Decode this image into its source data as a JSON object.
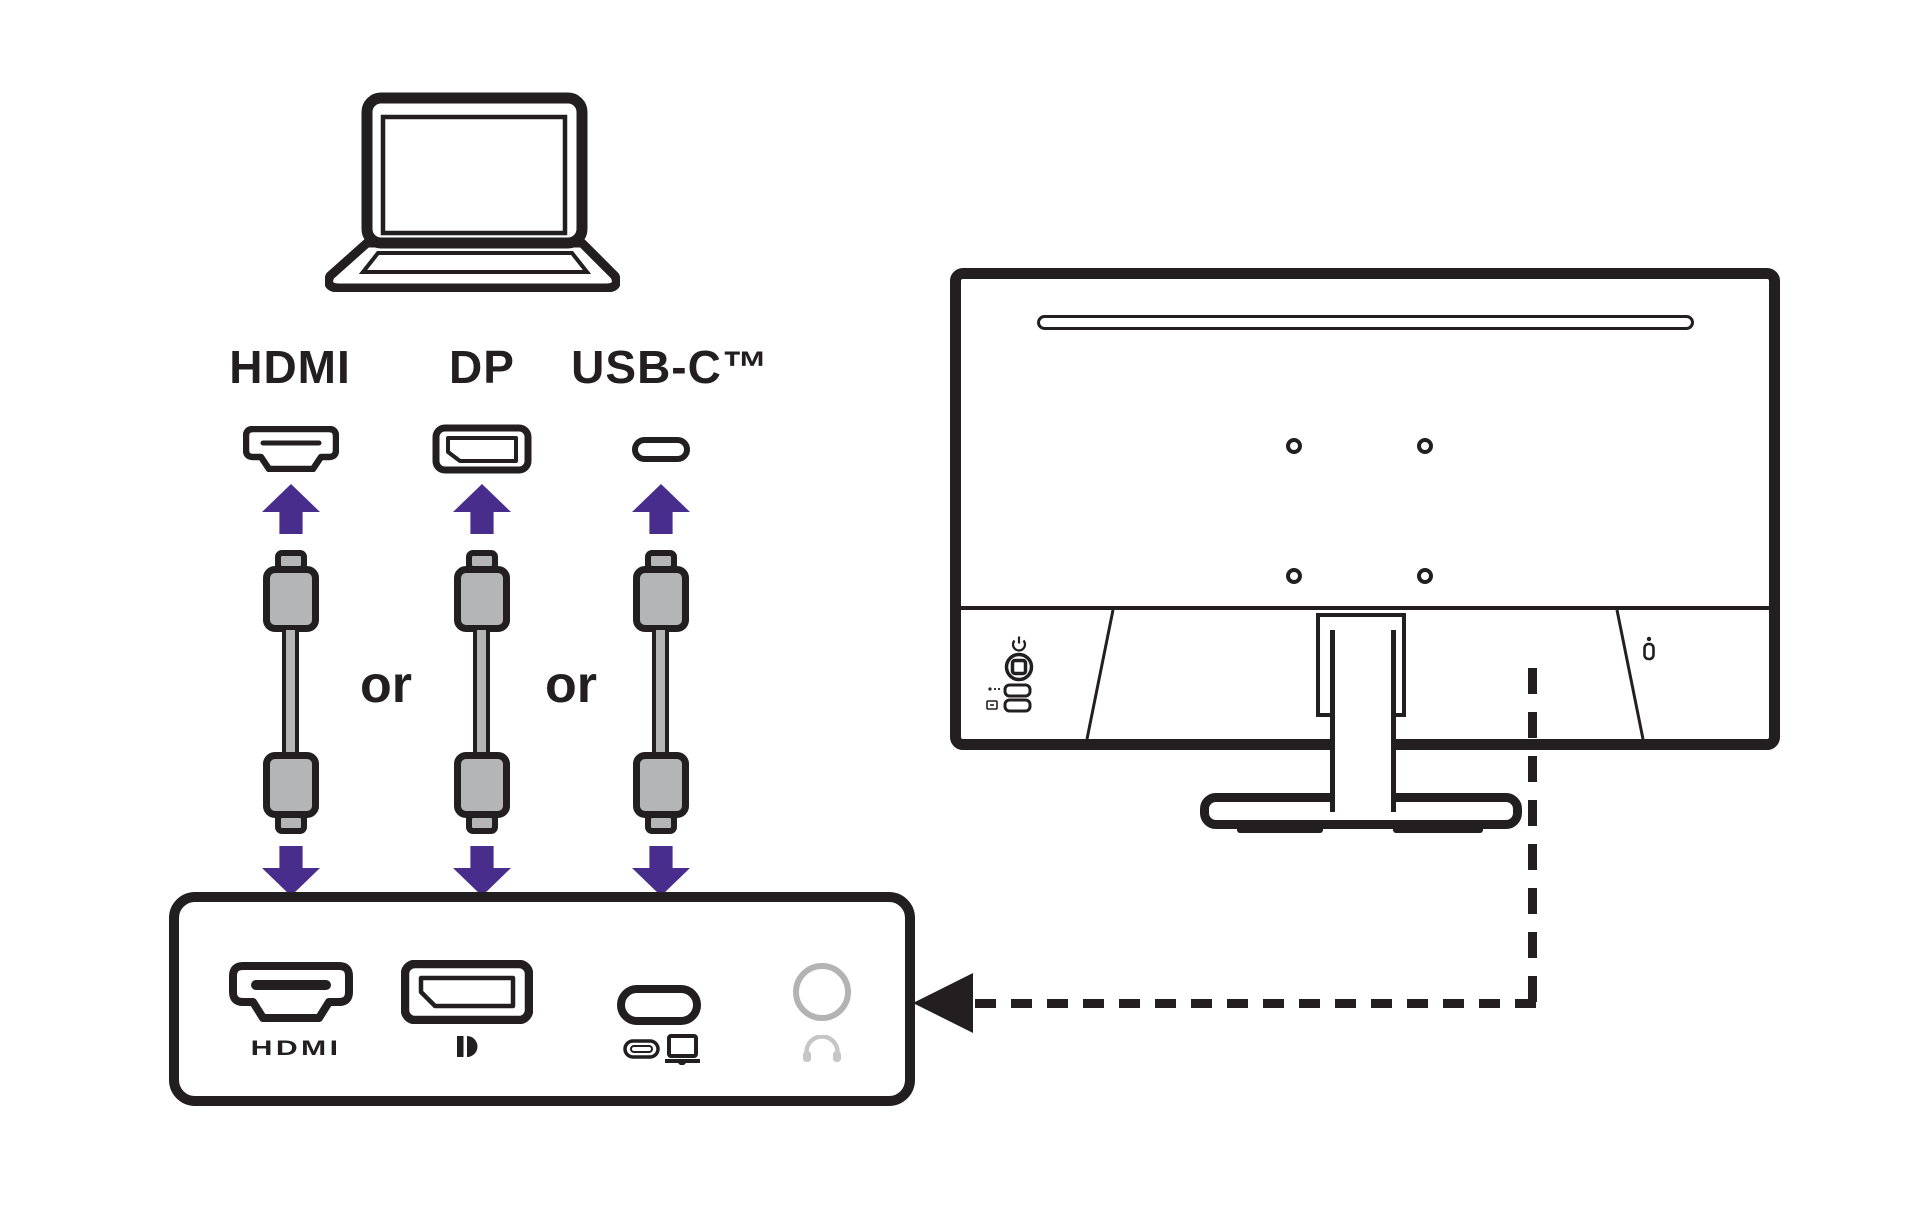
{
  "connection_diagram": {
    "source_device_icon": "laptop-icon",
    "inputs": [
      {
        "id": "hdmi",
        "label": "HDMI",
        "connector_icon": "hdmi-connector-icon"
      },
      {
        "id": "dp",
        "label": "DP",
        "connector_icon": "displayport-connector-icon"
      },
      {
        "id": "usbc",
        "label": "USB-C™",
        "connector_icon": "usbc-connector-icon"
      }
    ],
    "or_separator": "or",
    "cable_icon": "cable-with-two-plugs-icon",
    "flow_arrows": [
      "up-arrow-icon",
      "down-arrow-icon"
    ],
    "port_panel": {
      "hdmi_logo_text": "HDMI",
      "port_icons": [
        "hdmi-port-icon",
        "displayport-port-icon",
        "usbc-port-icon",
        "headphone-jack-icon"
      ],
      "sublabel_icons": [
        "hdmi-wordmark",
        "displayport-logo-icon",
        "usbc-plus-laptop-glyphs-icon",
        "headphone-icon"
      ],
      "callout_icon": "left-arrowhead-icon"
    },
    "monitor_rear": {
      "icons": [
        "vent-slot",
        "vesa-mount-holes",
        "power-icon",
        "joystick-button-icon",
        "control-keys-icon",
        "kensington-lock-icon",
        "monitor-stand",
        "dashed-callout-line"
      ]
    },
    "colors": {
      "ink": "#231f20",
      "arrow_purple": "#492d8c",
      "cable_gray": "#b4b5b7",
      "jack_gray": "#b3b3b3",
      "headphone_icon_gray": "#c6c6c6"
    }
  }
}
